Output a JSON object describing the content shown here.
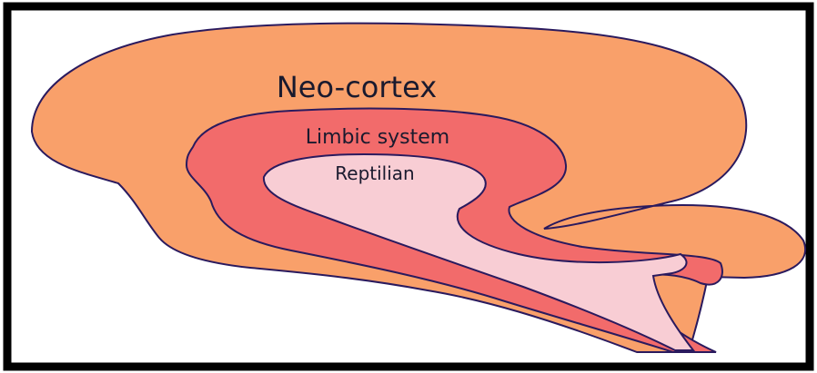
{
  "diagram": {
    "labels": {
      "neocortex": "Neo-cortex",
      "limbic": "Limbic system",
      "reptilian": "Reptilian"
    },
    "colors": {
      "background": "#ffffff",
      "frame_border": "#000000",
      "outline": "#2a1a5e",
      "neocortex_fill": "#f9a06a",
      "limbic_fill": "#f26b6b",
      "reptilian_fill": "#f8cdd4"
    }
  }
}
